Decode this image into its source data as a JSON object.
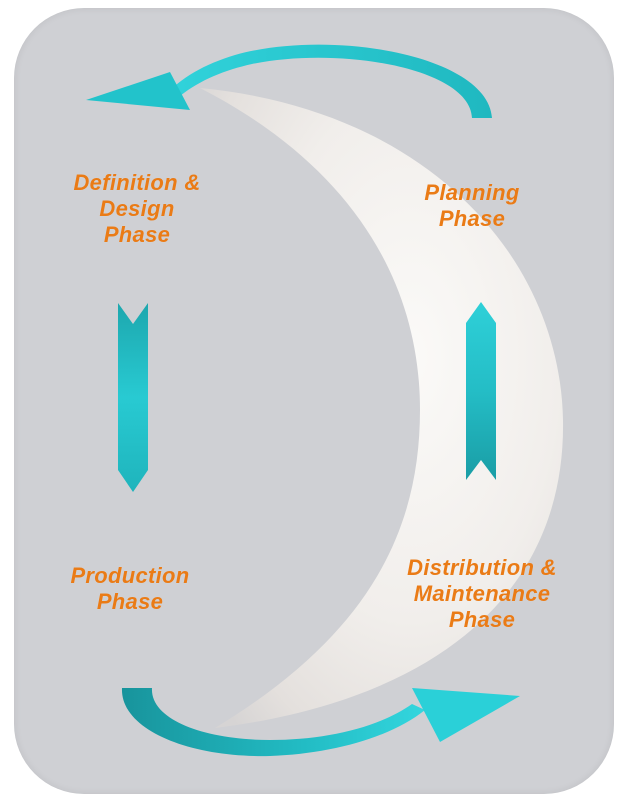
{
  "diagram": {
    "phases": [
      {
        "id": "definition",
        "label": "Definition &\nDesign\nPhase"
      },
      {
        "id": "planning",
        "label": "Planning\nPhase"
      },
      {
        "id": "production",
        "label": "Production\nPhase"
      },
      {
        "id": "distribution",
        "label": "Distribution &\nMaintenance\nPhase"
      }
    ],
    "colors": {
      "arrow": "#24c7cf",
      "arrow_dark": "#159aa3",
      "label": "#ea7b16",
      "background": "#cfd0d4",
      "moon": "#f4f1ee"
    }
  }
}
